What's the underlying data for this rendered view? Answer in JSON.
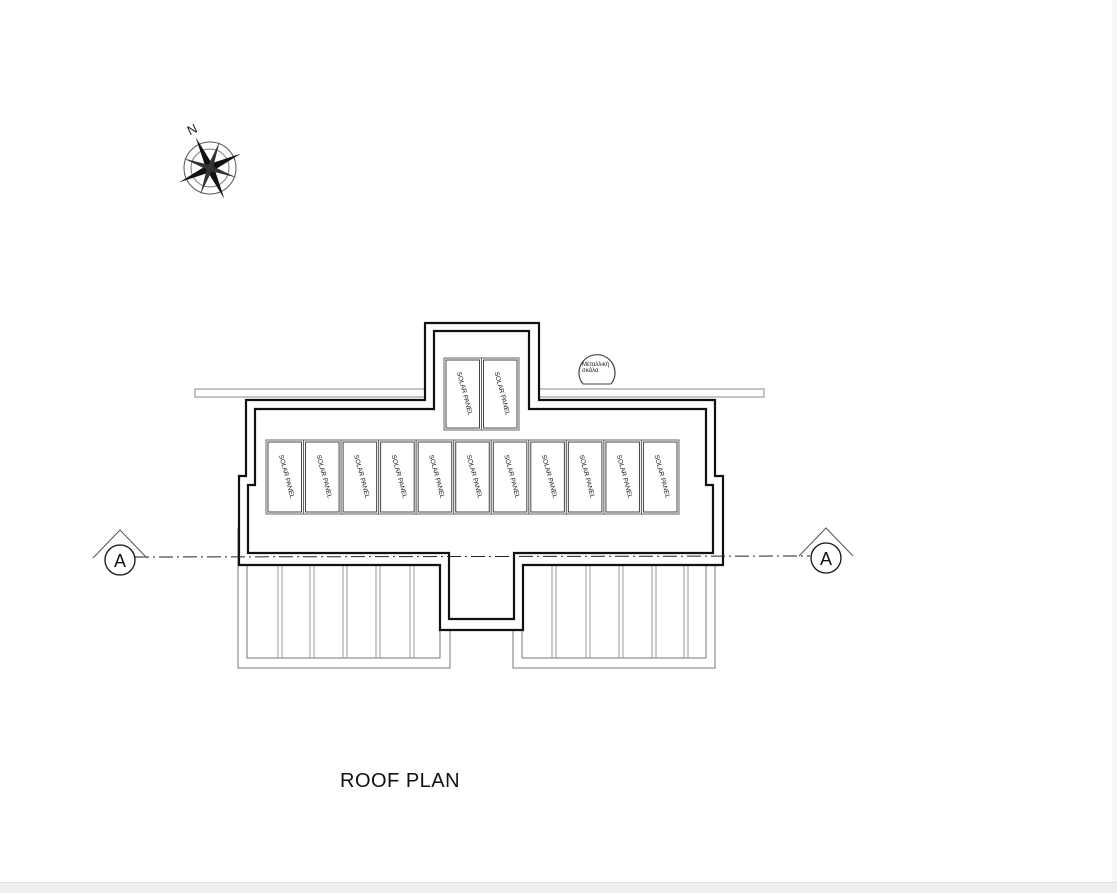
{
  "drawing": {
    "title": "ROOF PLAN",
    "panel_label": "SOLAR PANEL",
    "panel_count_main_row": 11,
    "panel_count_upper": 2,
    "ladder_label_line1": "Μεταλλική",
    "ladder_label_line2": "σκάλα",
    "section_marker_left": "A",
    "section_marker_right": "A",
    "north_label": "N"
  }
}
